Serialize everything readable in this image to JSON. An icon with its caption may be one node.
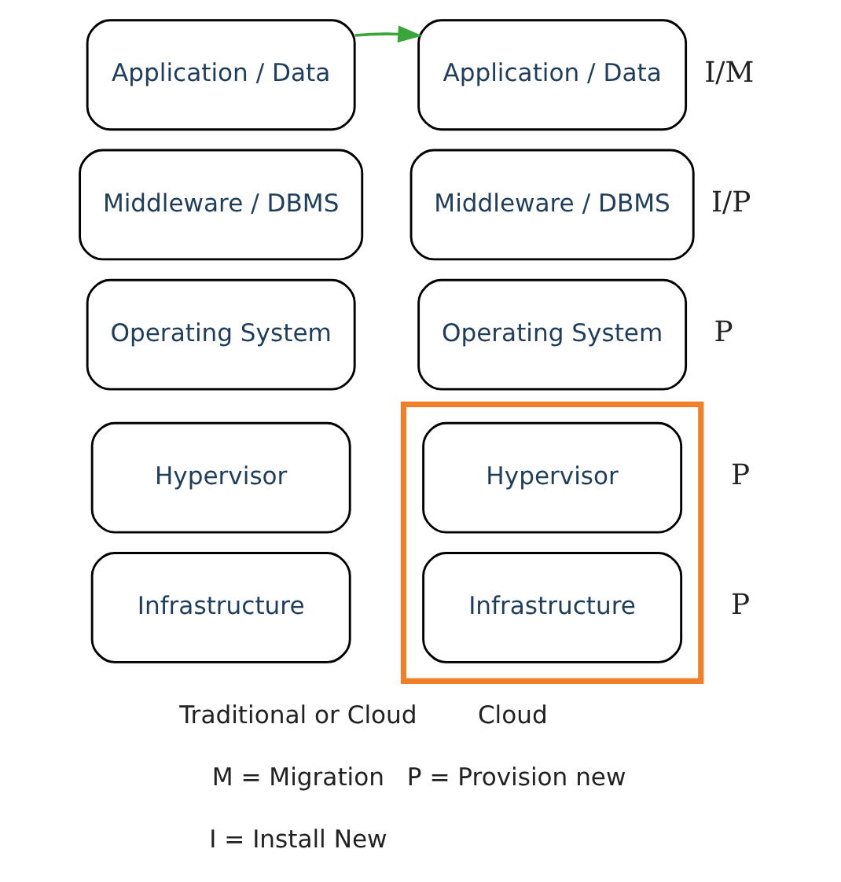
{
  "diagram": {
    "nodes": [
      {
        "text": [
          "Application / Data"
        ]
      },
      {
        "text": [
          "Middleware / DBMS"
        ]
      },
      {
        "text": [
          "Operating System"
        ]
      },
      {
        "text": [
          "Hypervisor"
        ]
      },
      {
        "text": [
          "Infrastructure"
        ]
      },
      {
        "text": [
          "Application / Data"
        ],
        "beside": [
          "I/M"
        ]
      },
      {
        "text": [
          "Middleware / DBMS"
        ],
        "beside": [
          "I/P"
        ]
      },
      {
        "text": [
          "Operating System"
        ],
        "beside": [
          "P"
        ]
      },
      {
        "text": [],
        "shape": "box"
      },
      {
        "text": [
          "Hypervisor"
        ],
        "in": 8,
        "beside": [
          "P"
        ]
      },
      {
        "text": [
          "Infrastructure"
        ],
        "in": 8,
        "beside": [
          "P"
        ]
      }
    ],
    "edges": [
      {
        "from": 0,
        "to": 5,
        "arrow": "to",
        "color": "#3aa63a"
      }
    ],
    "labels": [
      "Traditional or Cloud",
      "Cloud",
      "M = Migration",
      "P = Provision new",
      "I = Install New"
    ]
  }
}
